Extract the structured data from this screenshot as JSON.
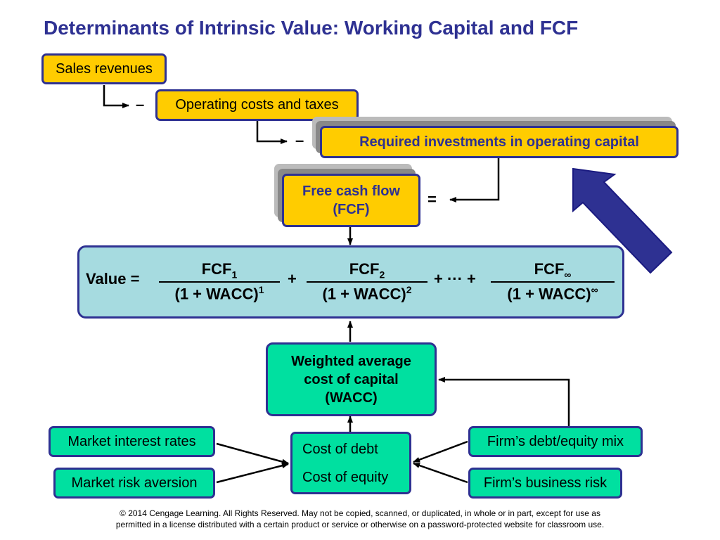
{
  "title": "Determinants of Intrinsic Value: Working Capital and FCF",
  "boxes": {
    "sales": "Sales revenues",
    "opcosts": "Operating costs and taxes",
    "investments": "Required investments in operating capital",
    "fcf_line1": "Free cash flow",
    "fcf_line2": "(FCF)",
    "wacc_line1": "Weighted average",
    "wacc_line2": "cost of capital",
    "wacc_line3": "(WACC)",
    "market_rates": "Market interest rates",
    "market_risk": "Market risk aversion",
    "cost_debt": "Cost of debt",
    "cost_equity": "Cost of equity",
    "debt_equity_mix": "Firm’s debt/equity mix",
    "business_risk": "Firm’s business risk"
  },
  "operators": {
    "minus1": "–",
    "minus2": "–",
    "equals": "="
  },
  "formula": {
    "lhs": "Value =",
    "t1_num": "FCF",
    "t1_num_sub": "1",
    "t1_den": "(1 + WACC)",
    "t1_den_sup": "1",
    "plus1": "+",
    "t2_num": "FCF",
    "t2_num_sub": "2",
    "t2_den": "(1 + WACC)",
    "t2_den_sup": "2",
    "dots": "+ ··· +",
    "t3_num": "FCF",
    "t3_num_sub": "∞",
    "t3_den": "(1 + WACC)",
    "t3_den_sup": "∞"
  },
  "footer_line1": "© 2014 Cengage Learning. All Rights Reserved. May not be copied, scanned, or duplicated, in whole or in part, except for use as",
  "footer_line2": "permitted in a license distributed with a certain product or service or otherwise on a password-protected website for classroom use.",
  "colors": {
    "title": "#2e3192",
    "border": "#2e3192",
    "yellow": "#ffcc00",
    "green": "#00e0a0",
    "teal": "#a6dbe0",
    "big_arrow": "#2e3192"
  }
}
